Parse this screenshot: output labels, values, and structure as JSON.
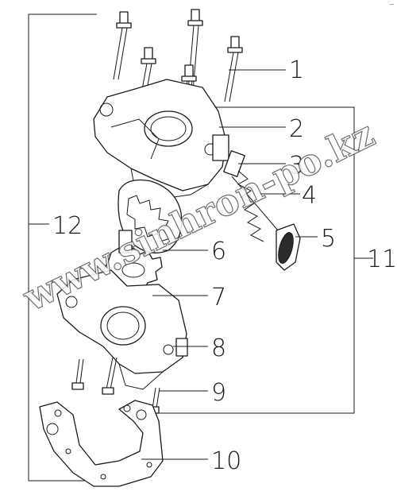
{
  "diagram": {
    "callouts": [
      "1",
      "2",
      "3",
      "4",
      "5",
      "6",
      "7",
      "8",
      "9",
      "10",
      "11",
      "12"
    ],
    "watermark": "www.sinhron-po.kz",
    "corner_mark": "~"
  }
}
